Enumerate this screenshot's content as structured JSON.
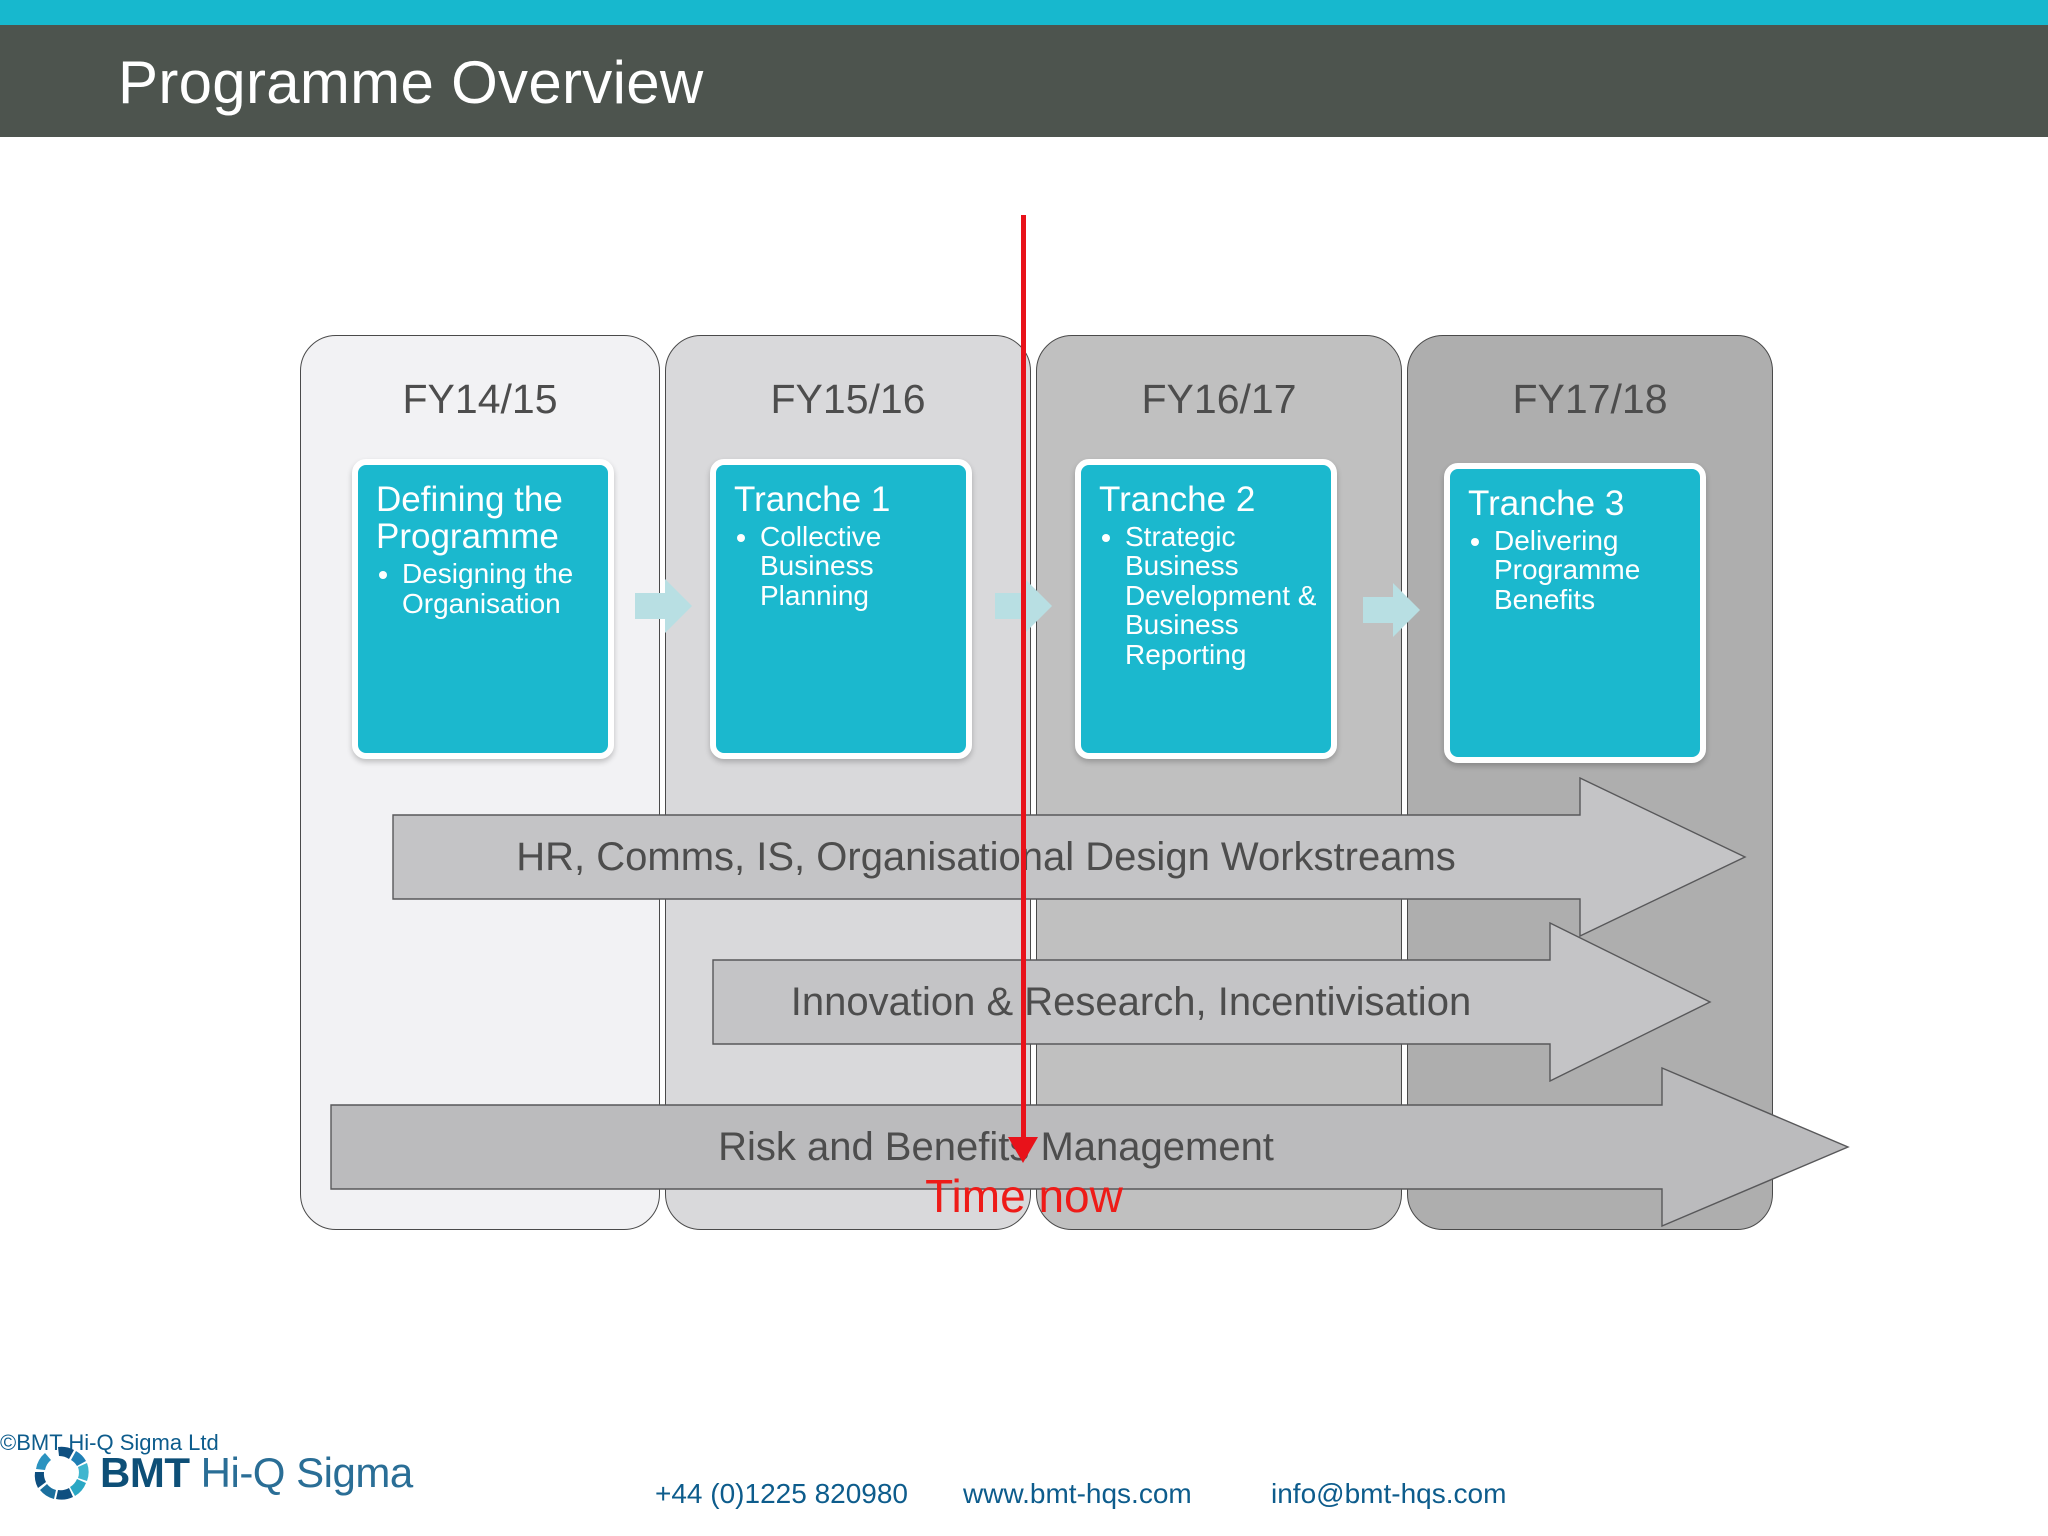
{
  "slide": {
    "title": "Programme Overview",
    "accent_color": "#17b8ce",
    "header_color": "#4d544e",
    "tranche_color": "#1bb8ce",
    "timeline_color": "#e8121a"
  },
  "phases": [
    {
      "fy_label": "FY14/15",
      "panel_fill": "#f2f2f4",
      "card": {
        "heading": "Defining the Programme",
        "bullets": [
          "Designing the Organisation"
        ]
      }
    },
    {
      "fy_label": "FY15/16",
      "panel_fill": "#d9d9db",
      "card": {
        "heading": "Tranche 1",
        "bullets": [
          "Collective Business Planning"
        ]
      }
    },
    {
      "fy_label": "FY16/17",
      "panel_fill": "#c0c0c0",
      "card": {
        "heading": "Tranche 2",
        "bullets": [
          "Strategic Business Development & Business Reporting"
        ]
      }
    },
    {
      "fy_label": "FY17/18",
      "panel_fill": "#aeaeae",
      "card": {
        "heading": "Tranche 3",
        "bullets": [
          "Delivering Programme Benefits"
        ]
      }
    }
  ],
  "workstreams": [
    {
      "label": "HR, Comms, IS, Organisational Design Workstreams"
    },
    {
      "label": "Innovation & Research, Incentivisation"
    },
    {
      "label": "Risk and Benefits Management"
    }
  ],
  "timeline": {
    "label": "Time now"
  },
  "footer": {
    "brand_bold": "BMT",
    "brand_light": "Hi-Q Sigma",
    "phone": "+44 (0)1225 820980",
    "website": "www.bmt-hqs.com",
    "email": "info@bmt-hqs.com",
    "copyright": "©BMT Hi-Q Sigma Ltd"
  }
}
